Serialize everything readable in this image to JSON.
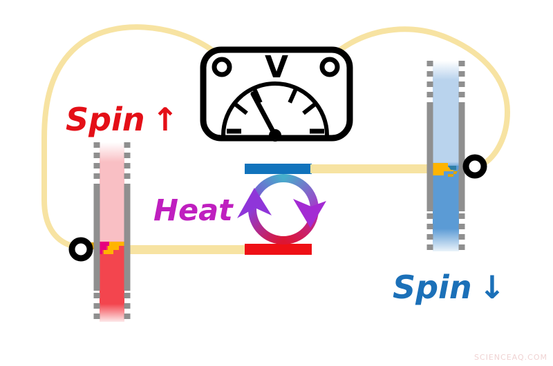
{
  "figure": {
    "description": "Spin Seebeck effect circuit: two spin reservoirs, heat cycle and voltmeter"
  },
  "voltmeter": {
    "label": "V"
  },
  "labels": {
    "spin_up": {
      "text": "Spin",
      "arrow": "↑"
    },
    "spin_down": {
      "text": "Spin",
      "arrow": "↓"
    },
    "heat": {
      "text": "Heat"
    }
  },
  "watermark": {
    "text": "SCIENCEAQ.COM"
  },
  "colors": {
    "bg": "#ffffff",
    "wire": "#f7e3a2",
    "wall": "#8f8f8f",
    "hot_light": "#f9bfc4",
    "hot_dark": "#f3454e",
    "cold_light": "#b9d3ed",
    "cold_dark": "#5b9bd5",
    "hot_bar": "#ee1016",
    "cold_bar": "#1173bc",
    "junction_gold": "#ffb400",
    "junction_gold_dark": "#dfa400",
    "junction_magenta": "#e6007e",
    "junction_teal": "#2e7fa6",
    "cycle_teal": "#45aecb",
    "cycle_purple": "#8e3bd4",
    "cycle_magenta": "#b62ba4",
    "cycle_red": "#dd1532",
    "arrow_left": "#8f35d9",
    "arrow_right": "#a32bd3",
    "spin_up_color": "#e40f17",
    "spin_down_color": "#1b70b8",
    "heat_color": "#bf1fbf",
    "watermark_color": "#f0d3d3",
    "ink": "#000000"
  }
}
